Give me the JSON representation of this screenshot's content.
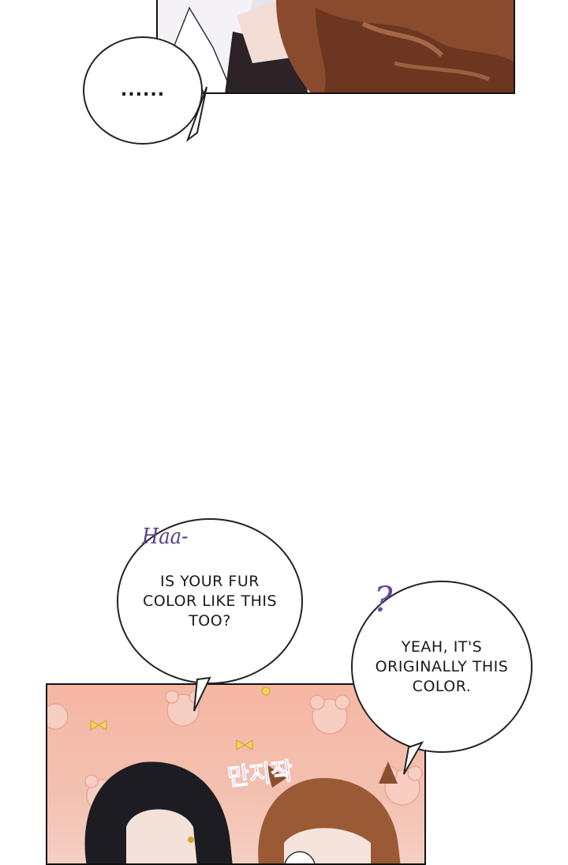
{
  "panels": {
    "top": {
      "description_icon": "comic-panel-icon"
    },
    "bottom": {
      "description_icon": "comic-panel-icon"
    }
  },
  "bubbles": {
    "ellipsis": "......",
    "question": "IS YOUR FUR\nCOLOR LIKE THIS\nTOO?",
    "answer": "YEAH, IT'S\nORIGINALLY THIS\nCOLOR."
  },
  "sfx": {
    "haa": "Haa-",
    "question_mark": "?",
    "touch": "만지작"
  },
  "colors": {
    "sfx_purple": "#5a3f87",
    "korean_sfx": "#6a4fd6",
    "bottom_bg": "#f3c0b0"
  }
}
